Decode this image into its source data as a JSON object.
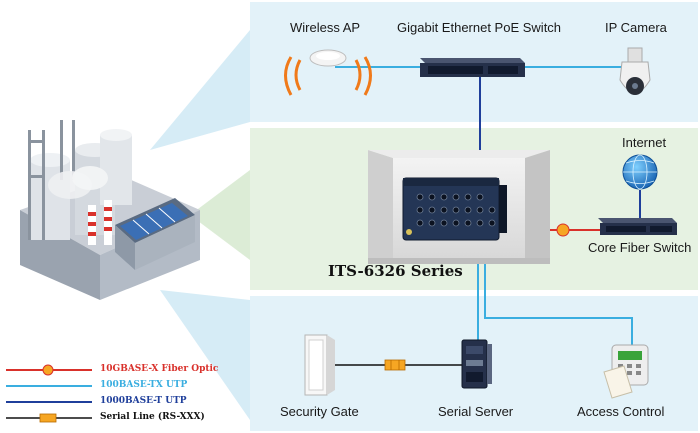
{
  "labels": {
    "wireless_ap": "Wireless AP",
    "poe_switch": "Gigabit Ethernet PoE Switch",
    "ip_camera": "IP Camera",
    "internet": "Internet",
    "core_switch": "Core Fiber Switch",
    "series_name": "ITS-6326 Series",
    "security_gate": "Security Gate",
    "serial_server": "Serial Server",
    "access_control": "Access Control"
  },
  "legend": [
    {
      "label": "10GBASE-X Fiber Optic",
      "color": "#d9312b",
      "style": "fiber"
    },
    {
      "label": "100BASE-TX UTP",
      "color": "#3aaee0",
      "style": "line"
    },
    {
      "label": "1000BASE-T UTP",
      "color": "#1f3f9b",
      "style": "line"
    },
    {
      "label": "Serial Line (RS-XXX)",
      "color": "#111111",
      "style": "serial"
    }
  ],
  "colors": {
    "top_panel": "#e3f2f9",
    "mid_panel": "#e6f2e2",
    "bottom_panel": "#e3f2f9",
    "fiber_red": "#d9312b",
    "utp_cyan": "#3aaee0",
    "utp_blue": "#1f3f9b",
    "serial_orange": "#f28c1e"
  }
}
